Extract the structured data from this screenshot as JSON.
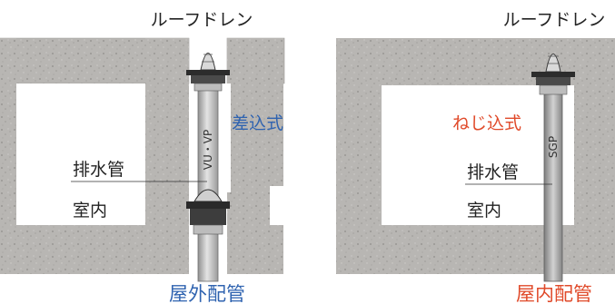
{
  "colors": {
    "concrete": "#b7b5b2",
    "concrete_dark": "#8f8d8a",
    "pipe": "#c9c9c9",
    "pipe_dark": "#9a9a9a",
    "blue_text": "#2f63b0",
    "red_text": "#e04a2a",
    "black_text": "#222222"
  },
  "left": {
    "top_label": "ルーフドレン",
    "type_label": "差込式",
    "pipe_text": "VU・VP",
    "drain_label": "排水管",
    "room_label": "室内",
    "caption": "屋外配管"
  },
  "right": {
    "top_label": "ルーフドレン",
    "type_label": "ねじ込式",
    "pipe_text": "SGP",
    "drain_label": "排水管",
    "room_label": "室内",
    "caption": "屋内配管"
  }
}
